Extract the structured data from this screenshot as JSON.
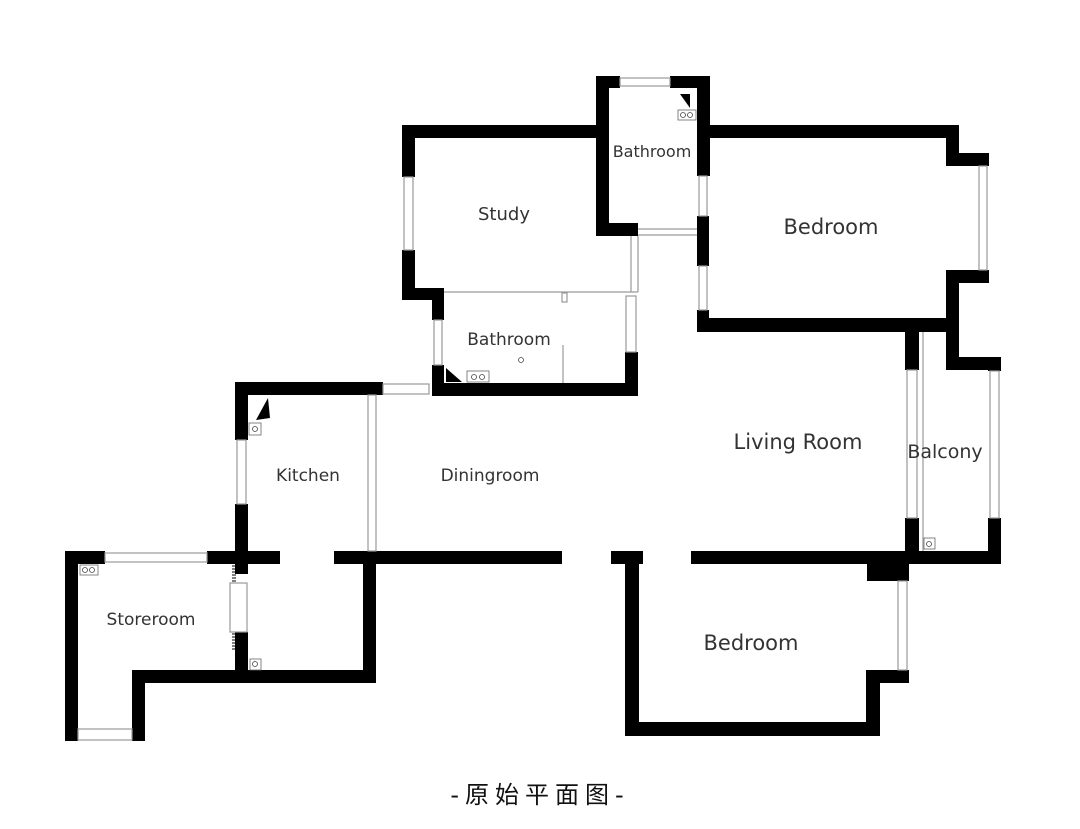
{
  "colors": {
    "wall": "#000000",
    "line": "#9a9a9a",
    "label": "#333333",
    "background": "#ffffff"
  },
  "rooms": {
    "study": "Study",
    "bathroom_top": "Bathroom",
    "bedroom_top": "Bedroom",
    "bathroom_mid": "Bathroom",
    "living_room": "Living Room",
    "balcony": "Balcony",
    "kitchen": "Kitchen",
    "dining_room": "Diningroom",
    "storeroom": "Storeroom",
    "bedroom_bottom": "Bedroom"
  },
  "caption": "-原始平面图-"
}
